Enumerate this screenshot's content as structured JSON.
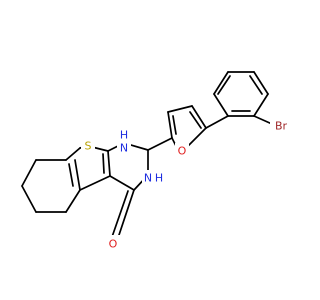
{
  "structure": {
    "labels": {
      "sulfur": "S",
      "n1": "H",
      "n1_sub": "N",
      "n3": "N",
      "n3_h": "H",
      "furan_o": "O",
      "bromine": "Br",
      "carbonyl_o": "O"
    },
    "colors": {
      "bond": "#000000",
      "sulfur": "#b8a200",
      "nitrogen": "#1e2ee0",
      "oxygen": "#e01f1f",
      "bromine": "#a0282a",
      "background": "#ffffff"
    }
  }
}
